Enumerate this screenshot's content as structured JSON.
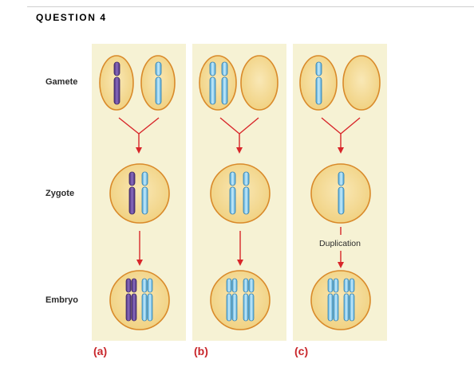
{
  "header": {
    "title": "QUESTION 4"
  },
  "rows": {
    "gamete": "Gamete",
    "zygote": "Zygote",
    "embryo": "Embryo"
  },
  "panels": [
    {
      "label": "(a)"
    },
    {
      "label": "(b)"
    },
    {
      "label": "(c)"
    }
  ],
  "annotations": {
    "duplication": "Duplication"
  },
  "colors": {
    "panel_bg": "#f6f2d4",
    "cell_fill": "#f4dc98",
    "cell_edge": "#d98a2a",
    "chrom_purple": "#6a4b9c",
    "chrom_blue": "#8fd0ef",
    "arrow": "#d8262a",
    "label_red": "#c8262b"
  }
}
